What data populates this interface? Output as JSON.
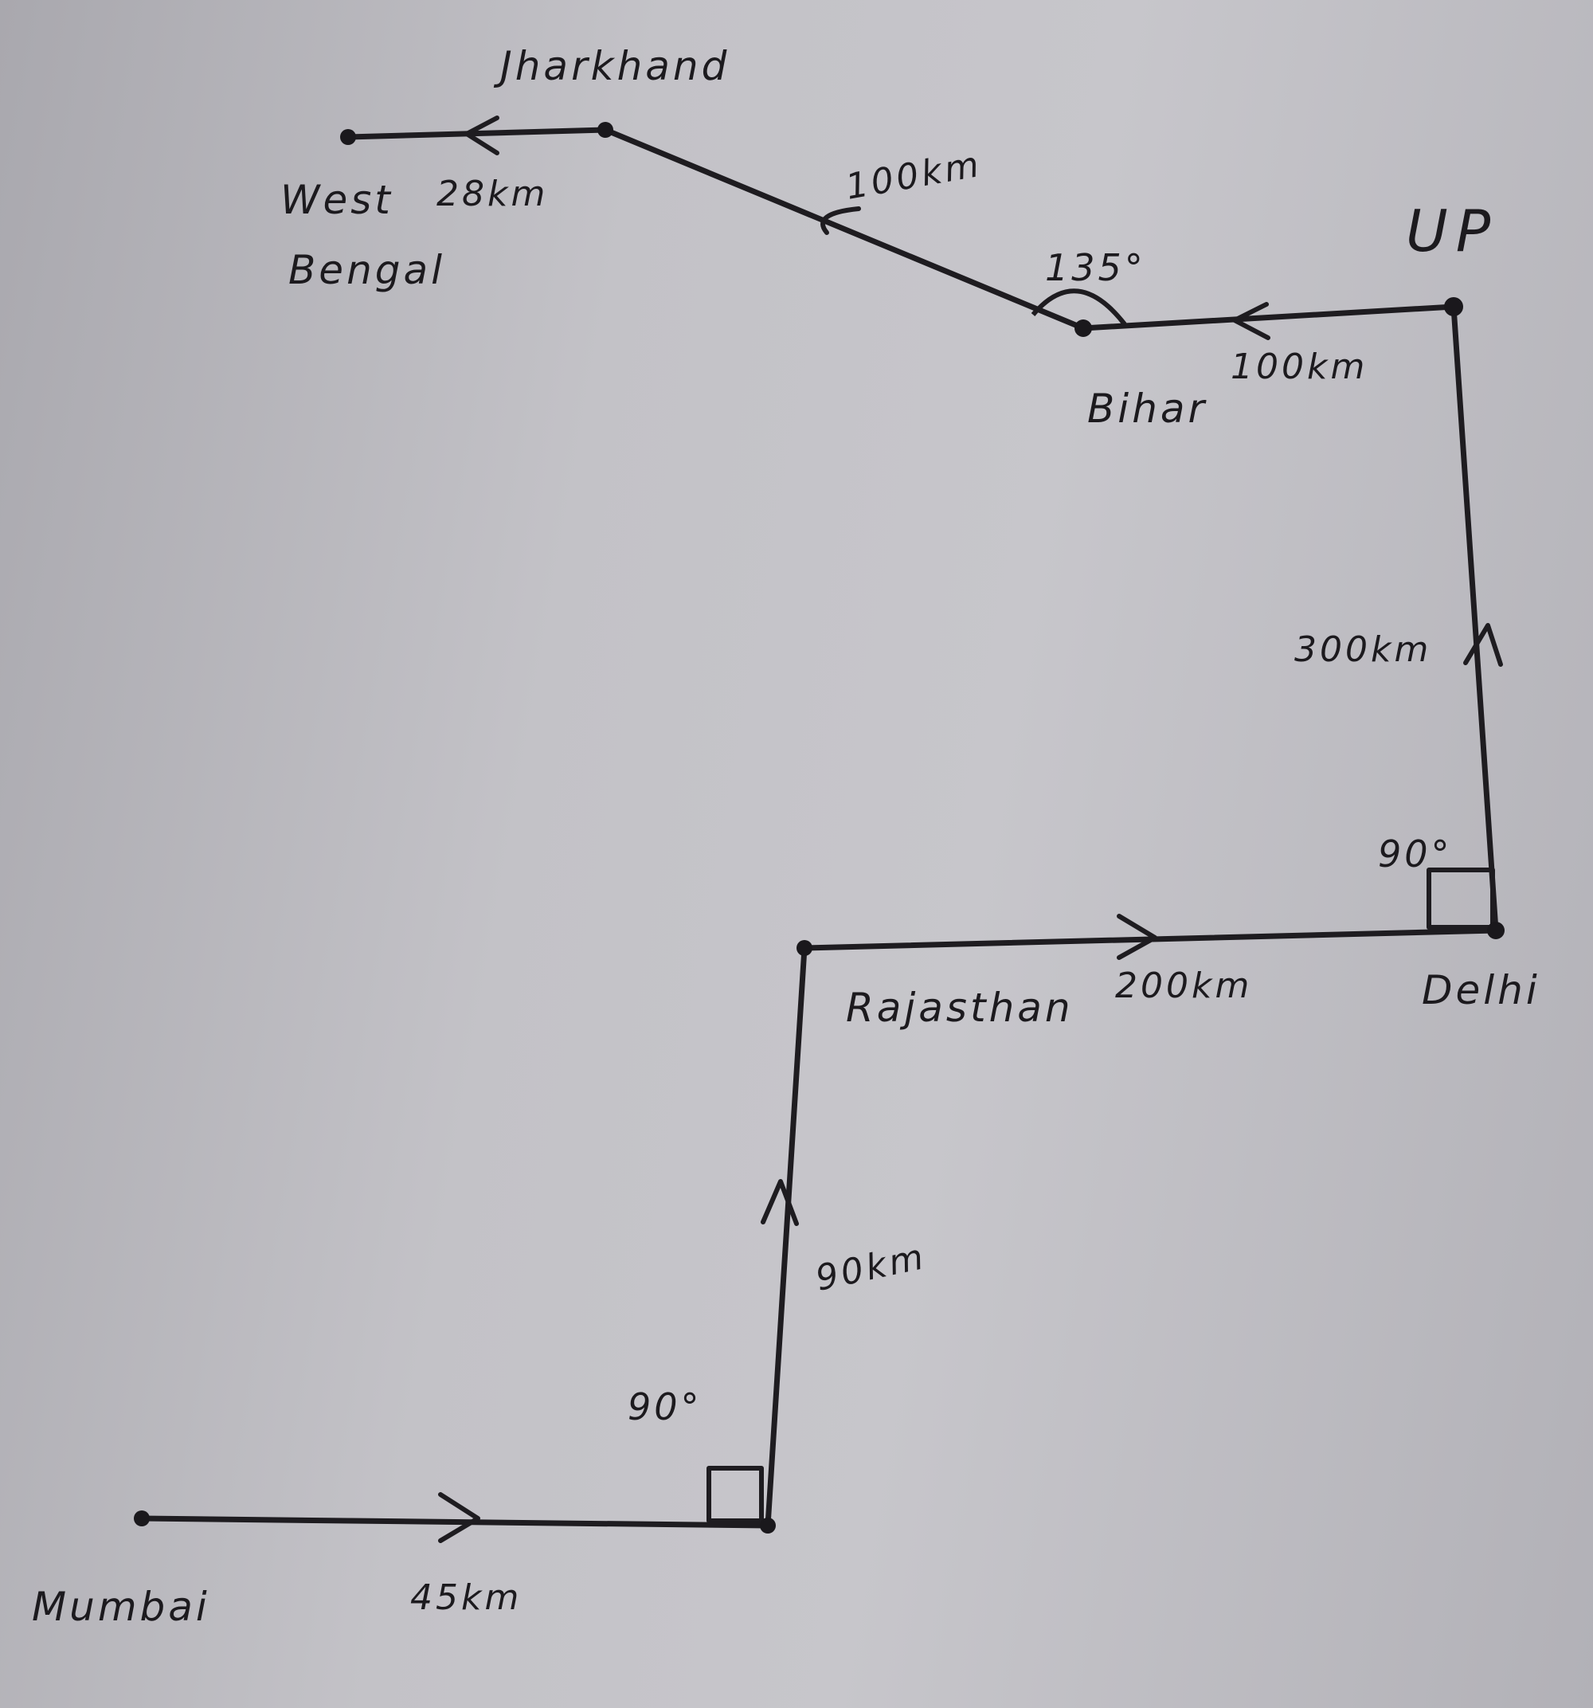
{
  "places": {
    "mumbai": "Mumbai",
    "rajasthan": "Rajasthan",
    "delhi": "Delhi",
    "up": "UP",
    "bihar": "Bihar",
    "jharkhand": "Jharkhand",
    "west_bengal_line1": "West",
    "west_bengal_line2": "Bengal"
  },
  "distances": {
    "mumbai_to_turn": "45km",
    "north_to_rajasthan": "90km",
    "rajasthan_to_delhi": "200km",
    "delhi_to_up": "300km",
    "up_to_bihar": "100km",
    "bihar_to_jharkhand": "100km",
    "jharkhand_to_west_bengal": "28km"
  },
  "angles": {
    "first_turn": "90°",
    "delhi_turn": "90°",
    "bihar_turn": "135°"
  },
  "colors": {
    "ink": "#1e1c20",
    "paper": "#c3c2c7"
  }
}
